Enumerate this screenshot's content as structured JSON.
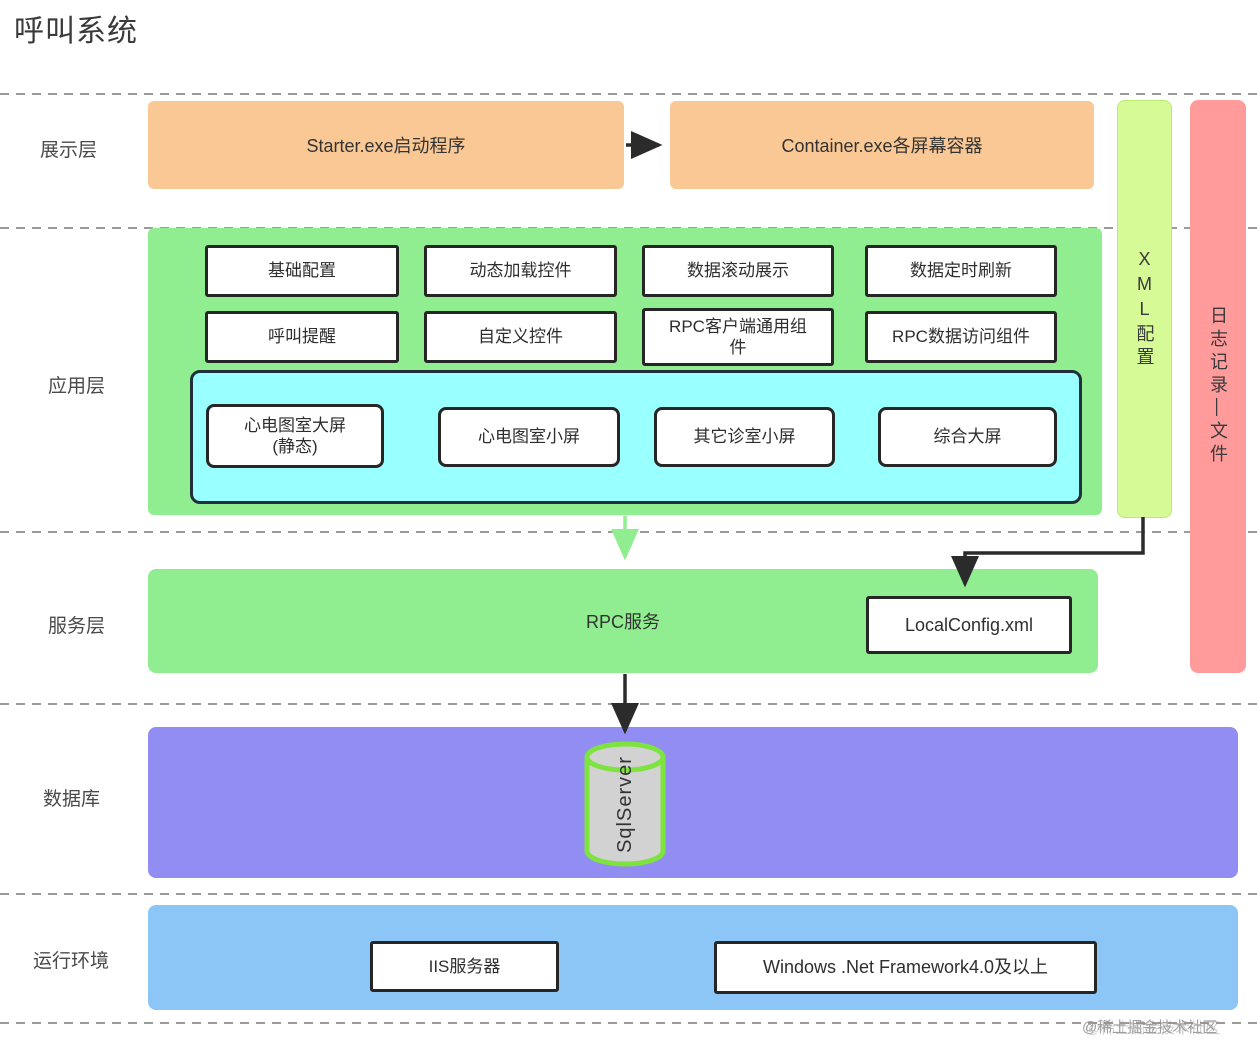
{
  "title": "呼叫系统",
  "layers": {
    "presentation": {
      "label": "展示层",
      "starter": "Starter.exe启动程序",
      "container": "Container.exe各屏幕容器"
    },
    "application": {
      "label": "应用层",
      "components": [
        {
          "label": "基础配置"
        },
        {
          "label": "动态加载控件"
        },
        {
          "label": "数据滚动展示"
        },
        {
          "label": "数据定时刷新"
        },
        {
          "label": "呼叫提醒"
        },
        {
          "label": "自定义控件"
        },
        {
          "label": "RPC客户端通用组\n件"
        },
        {
          "label": "RPC数据访问组件"
        }
      ],
      "screens": [
        {
          "line1": "心电图室大屏",
          "line2": "(静态)"
        },
        {
          "line1": "心电图室小屏",
          "line2": ""
        },
        {
          "line1": "其它诊室小屏",
          "line2": ""
        },
        {
          "line1": "综合大屏",
          "line2": ""
        }
      ]
    },
    "service": {
      "label": "服务层",
      "rpc": "RPC服务",
      "config": "LocalConfig.xml"
    },
    "database": {
      "label": "数据库",
      "db": "SqlServer"
    },
    "runtime": {
      "label": "运行环境",
      "iis": "IIS服务器",
      "framework": "Windows  .Net Framework4.0及以上"
    }
  },
  "sidebars": {
    "xml": "XML配置",
    "log": "日志记录—文件"
  },
  "watermark": "@稀土掘金技术社区",
  "colors": {
    "presentation_orange": "#f9c894",
    "layer_green": "#90ee90",
    "screens_cyan": "#99ffff",
    "xml_green": "#d6fa96",
    "log_pink": "#ff9b9b",
    "database_purple": "#928df2",
    "runtime_blue": "#8cc6f7",
    "cylinder_green": "#7ee23f",
    "cylinder_gray": "#d2d2d2",
    "arrow_dark": "#2b2b2b",
    "arrow_green": "#90ee90"
  }
}
